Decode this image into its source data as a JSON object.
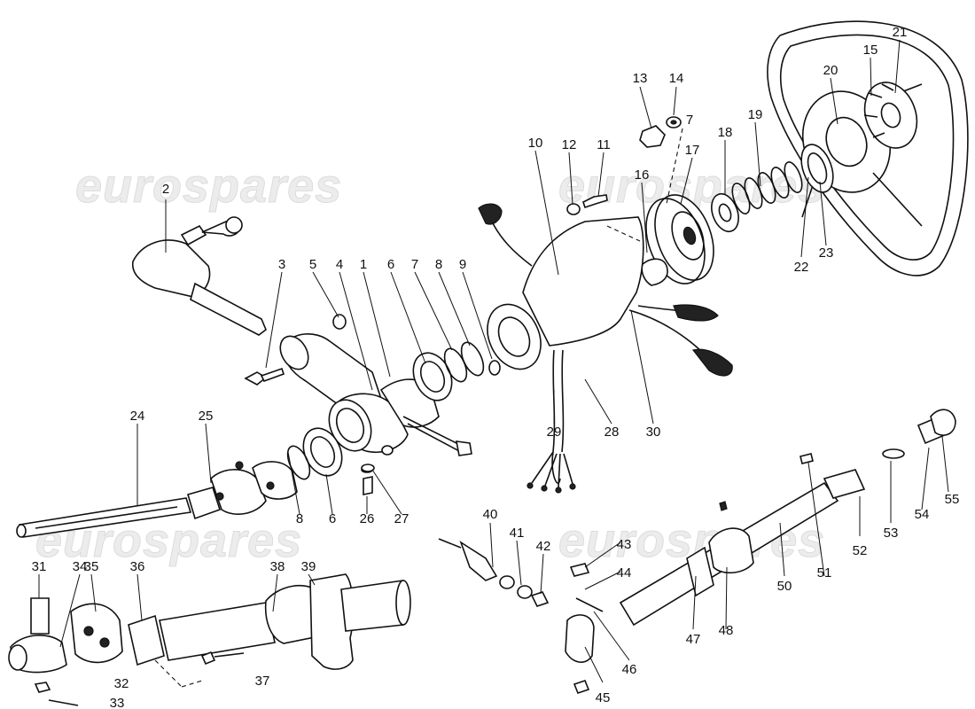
{
  "watermark": "eurospares",
  "labels": [
    "1",
    "2",
    "3",
    "4",
    "5",
    "6",
    "6",
    "7",
    "7",
    "8",
    "8",
    "9",
    "10",
    "11",
    "12",
    "13",
    "14",
    "15",
    "16",
    "17",
    "18",
    "19",
    "20",
    "21",
    "22",
    "23",
    "24",
    "25",
    "26",
    "27",
    "28",
    "29",
    "30",
    "31",
    "32",
    "33",
    "34",
    "35",
    "36",
    "37",
    "38",
    "39",
    "40",
    "41",
    "42",
    "43",
    "44",
    "45",
    "46",
    "47",
    "48",
    "50",
    "51",
    "52",
    "53",
    "54",
    "55"
  ]
}
